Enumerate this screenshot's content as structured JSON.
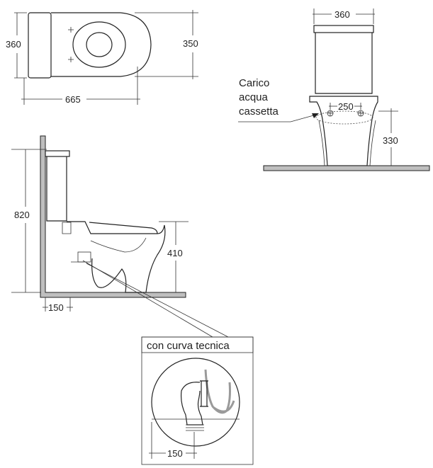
{
  "dimensions": {
    "top_width": "360",
    "top_depth": "350",
    "top_length": "665",
    "front_width": "360",
    "inlet_spacing": "250",
    "inlet_height": "330",
    "side_height": "820",
    "seat_height": "410",
    "wall_offset": "150",
    "detail_offset": "150"
  },
  "labels": {
    "water_inlet_line1": "Carico",
    "water_inlet_line2": "acqua",
    "water_inlet_line3": "cassetta",
    "detail_title": "con curva tecnica"
  }
}
